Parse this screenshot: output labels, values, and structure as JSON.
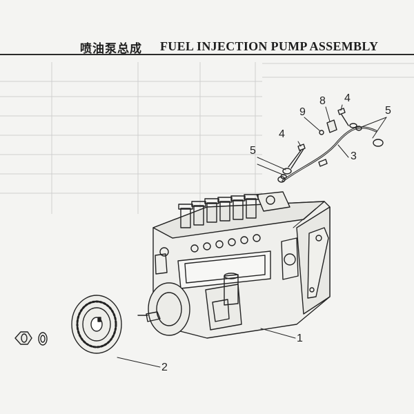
{
  "header": {
    "title_zh": "喷油泵总成",
    "title_en": "FUEL INJECTION PUMP ASSEMBLY"
  },
  "callouts": [
    {
      "id": "1",
      "label": "1"
    },
    {
      "id": "2",
      "label": "2"
    },
    {
      "id": "3",
      "label": "3"
    },
    {
      "id": "4a",
      "label": "4"
    },
    {
      "id": "4b",
      "label": "4"
    },
    {
      "id": "5a",
      "label": "5"
    },
    {
      "id": "5b",
      "label": "5"
    },
    {
      "id": "8",
      "label": "8"
    },
    {
      "id": "9",
      "label": "9"
    }
  ],
  "colors": {
    "ink": "#222222",
    "paper": "#f4f4f2",
    "bleed": "#c8c8c8"
  }
}
